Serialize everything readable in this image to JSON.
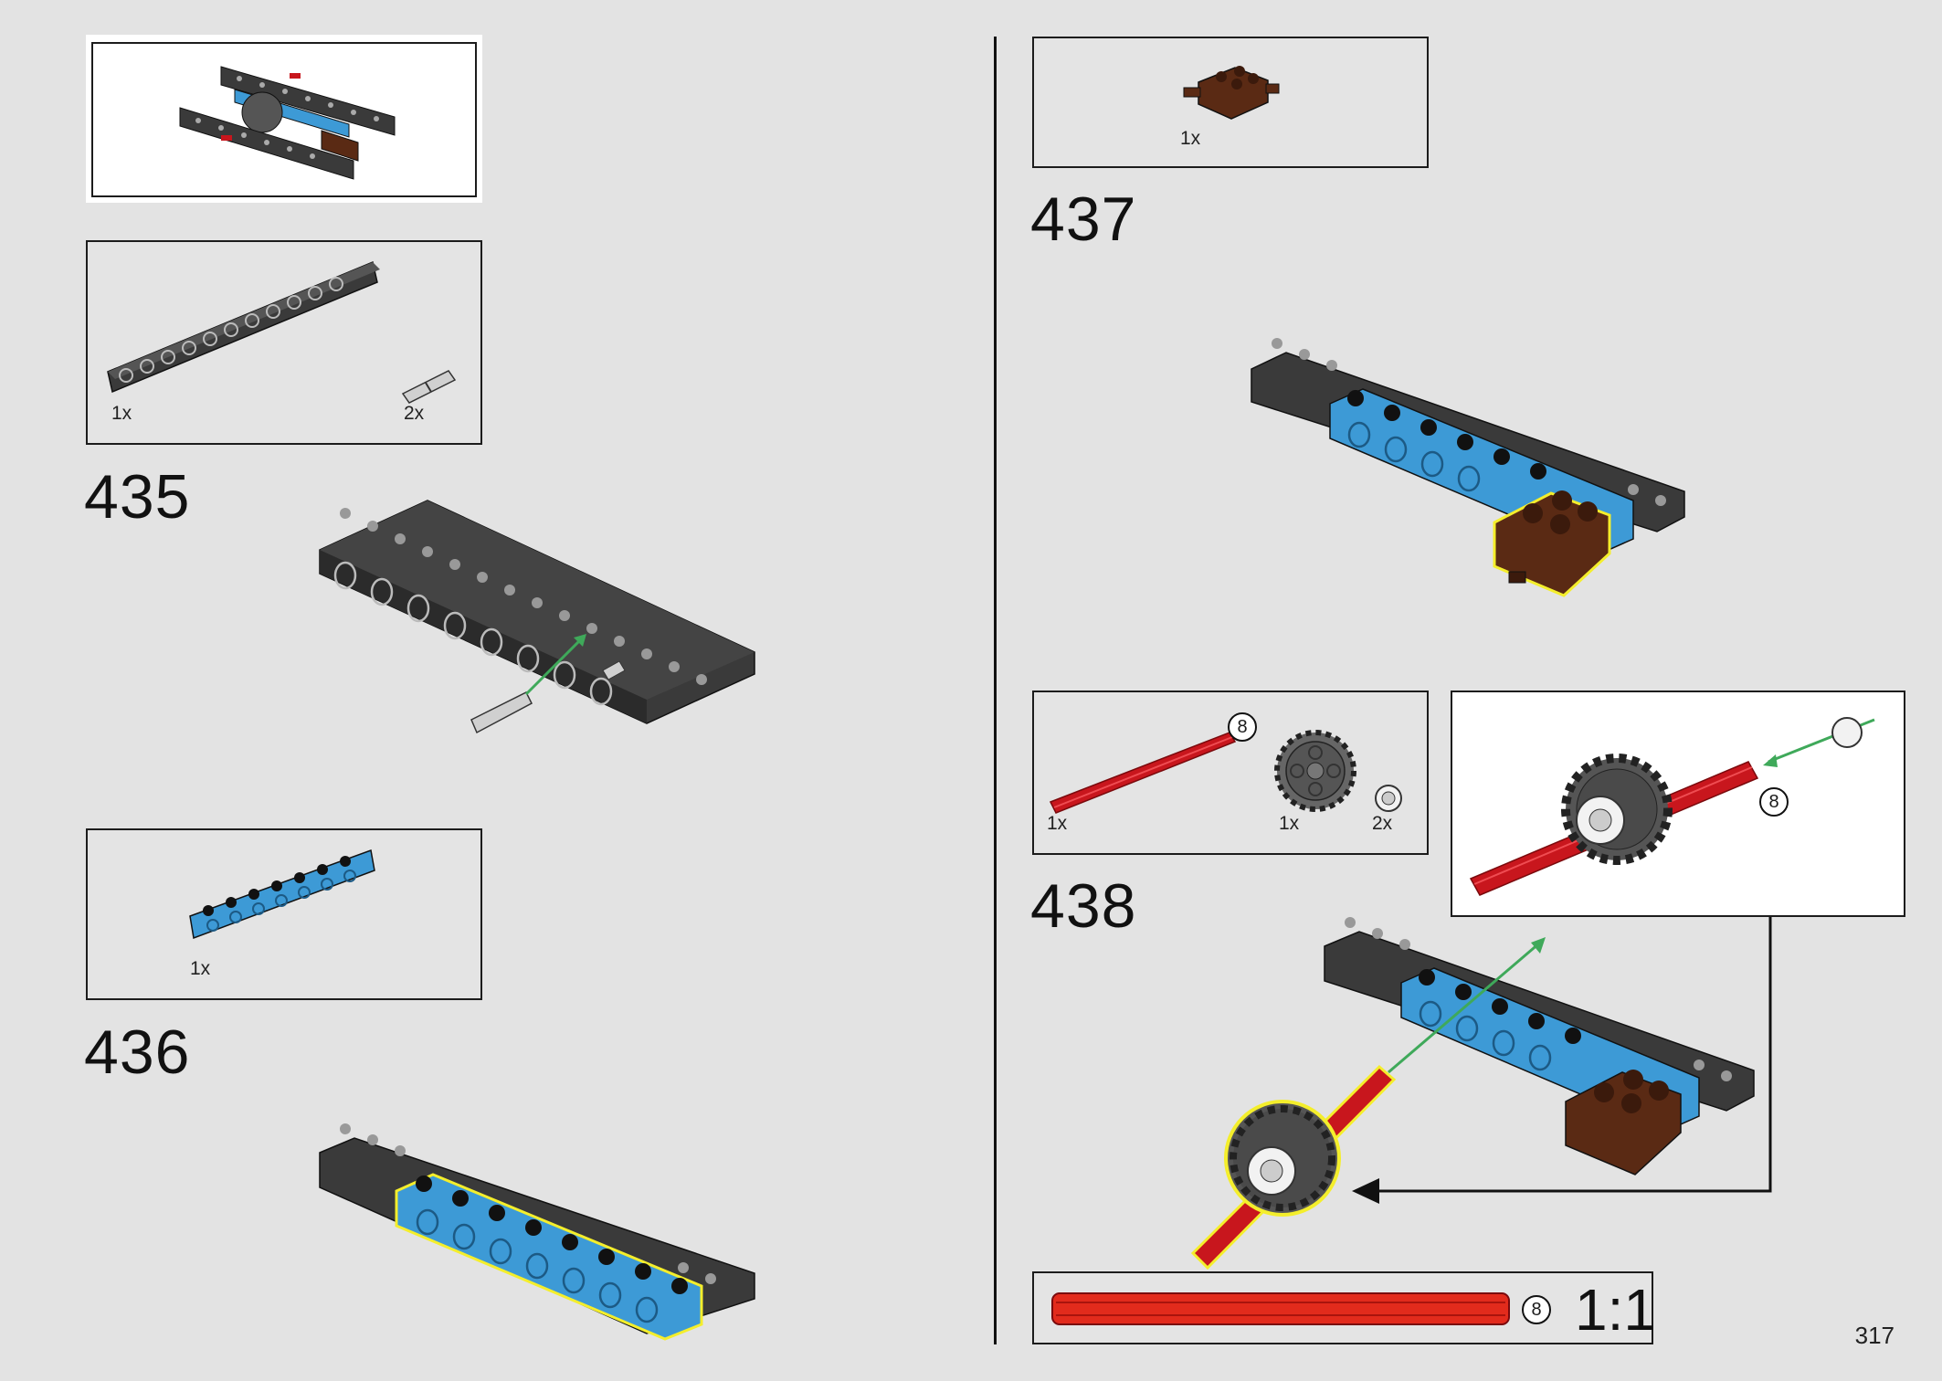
{
  "page": {
    "number": "317"
  },
  "steps": [
    {
      "number": "435",
      "parts": [
        {
          "qty": "1x"
        },
        {
          "qty": "2x"
        }
      ]
    },
    {
      "number": "436",
      "parts": [
        {
          "qty": "1x"
        }
      ]
    },
    {
      "number": "437",
      "parts": [
        {
          "qty": "1x"
        }
      ]
    },
    {
      "number": "438",
      "parts": [
        {
          "qty": "1x"
        },
        {
          "qty": "1x"
        },
        {
          "qty": "2x"
        }
      ],
      "axle_length": "8",
      "callout_axle_length": "8"
    }
  ],
  "scale": {
    "axle_length": "8",
    "ratio": "1:1"
  },
  "colors": {
    "dark_bluish_gray": "#3a3a3a",
    "medium_azure": "#3d9ad6",
    "reddish_brown": "#5a2a14",
    "red": "#c8161d",
    "highlight": "#f4ee2c",
    "arrow_green": "#3fa95a"
  }
}
